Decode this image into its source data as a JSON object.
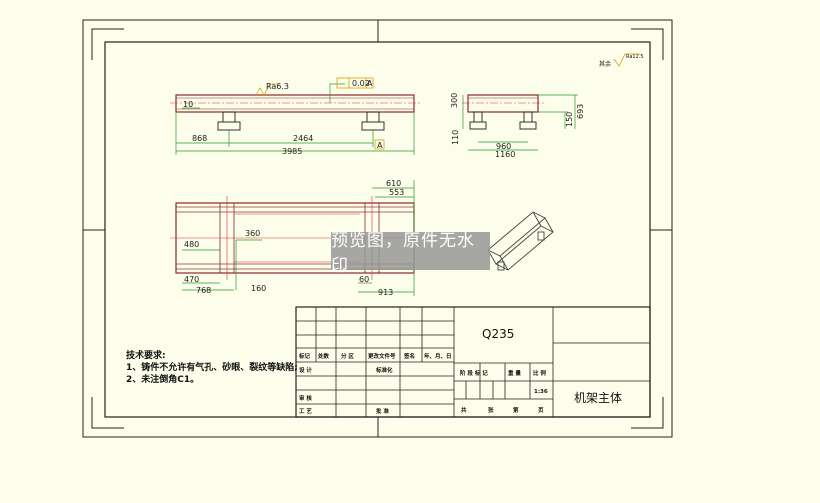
{
  "colors": {
    "background": "#fdfdeb",
    "frame": "#222222",
    "part": "#8b2a2a",
    "centerline": "#e03030",
    "dimension": "#2a9a2a",
    "symbol": "#d8a000"
  },
  "front_view": {
    "roughness": "Ra6.3",
    "tolerance_value": "0.02",
    "datum": "A",
    "dims": {
      "thickness": "10",
      "offset": "868",
      "span": "2464",
      "length": "3985"
    }
  },
  "side_view": {
    "dims": {
      "height": "300",
      "base": "110",
      "h_small": "150",
      "h_total": "693",
      "width_inner": "960",
      "width_total": "1160"
    }
  },
  "top_view": {
    "dims": {
      "w_610": "610",
      "w_553": "553",
      "d_360": "360",
      "d_480": "480",
      "d_470": "470",
      "d_768": "768",
      "d_160": "160",
      "d_60": "60",
      "d_913": "913"
    }
  },
  "corner_roughness": {
    "prefix": "其余",
    "value": "Ra12.5"
  },
  "watermark": "预览图，原件无水印",
  "title_block": {
    "material": "Q235",
    "part_name": "机架主体",
    "scale_label": "比 例",
    "scale_value": "1:36",
    "row_labels": [
      "标记",
      "处数",
      "分 区",
      "更改文件号",
      "签名",
      "年、月、日"
    ],
    "design": "设 计",
    "standard": "标准化",
    "review": "审 核",
    "process": "工 艺",
    "approve": "批 准",
    "stage_mark": "阶 段 标 记",
    "weight": "重 量",
    "total": "共",
    "sheets": "张",
    "page": "第",
    "page_suffix": "页"
  },
  "tech_notes": {
    "title": "技术要求:",
    "items": [
      "1、铸件不允许有气孔、砂眼、裂纹等缺陷;",
      "2、未注倒角C1。"
    ]
  }
}
